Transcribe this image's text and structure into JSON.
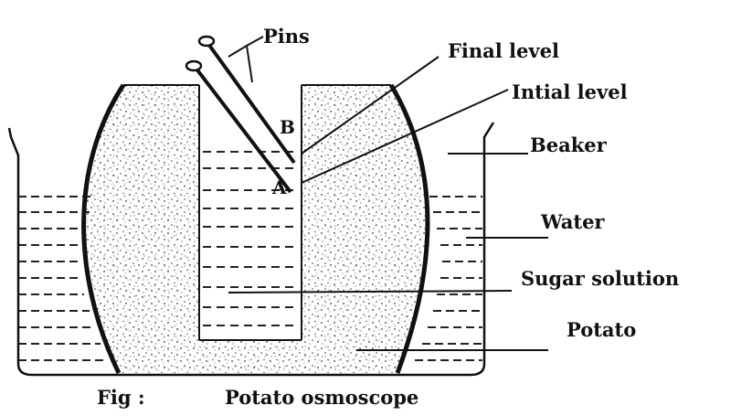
{
  "labels": {
    "pins": "Pins",
    "final_level": "Final level",
    "initial_level": "Intial level",
    "beaker": "Beaker",
    "water": "Water",
    "sugar_solution": "Sugar solution",
    "potato": "Potato",
    "point_b": "B",
    "point_a": "A"
  },
  "caption": {
    "prefix": "Fig :",
    "title": "Potato osmoscope"
  },
  "colors": {
    "ink": "#111111",
    "background": "#ffffff",
    "stipple": "#3a3a3a"
  }
}
